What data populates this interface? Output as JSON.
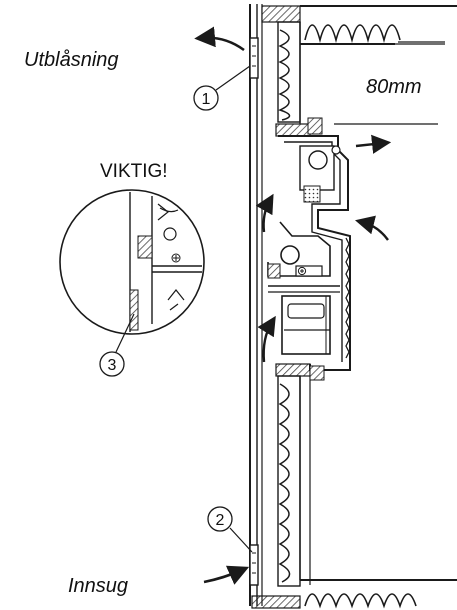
{
  "labels": {
    "exhaust": "Utblåsning",
    "intake": "Innsug",
    "dimension": "80mm",
    "important": "VIKTIG!"
  },
  "callouts": [
    "1",
    "2",
    "3"
  ],
  "colors": {
    "ink": "#1a1a1a",
    "hatch": "#555555",
    "background": "#ffffff"
  },
  "icons": [
    "airflow-arrow",
    "insulation-zigzag",
    "wall-hatch",
    "fan-unit",
    "filter-unit"
  ]
}
